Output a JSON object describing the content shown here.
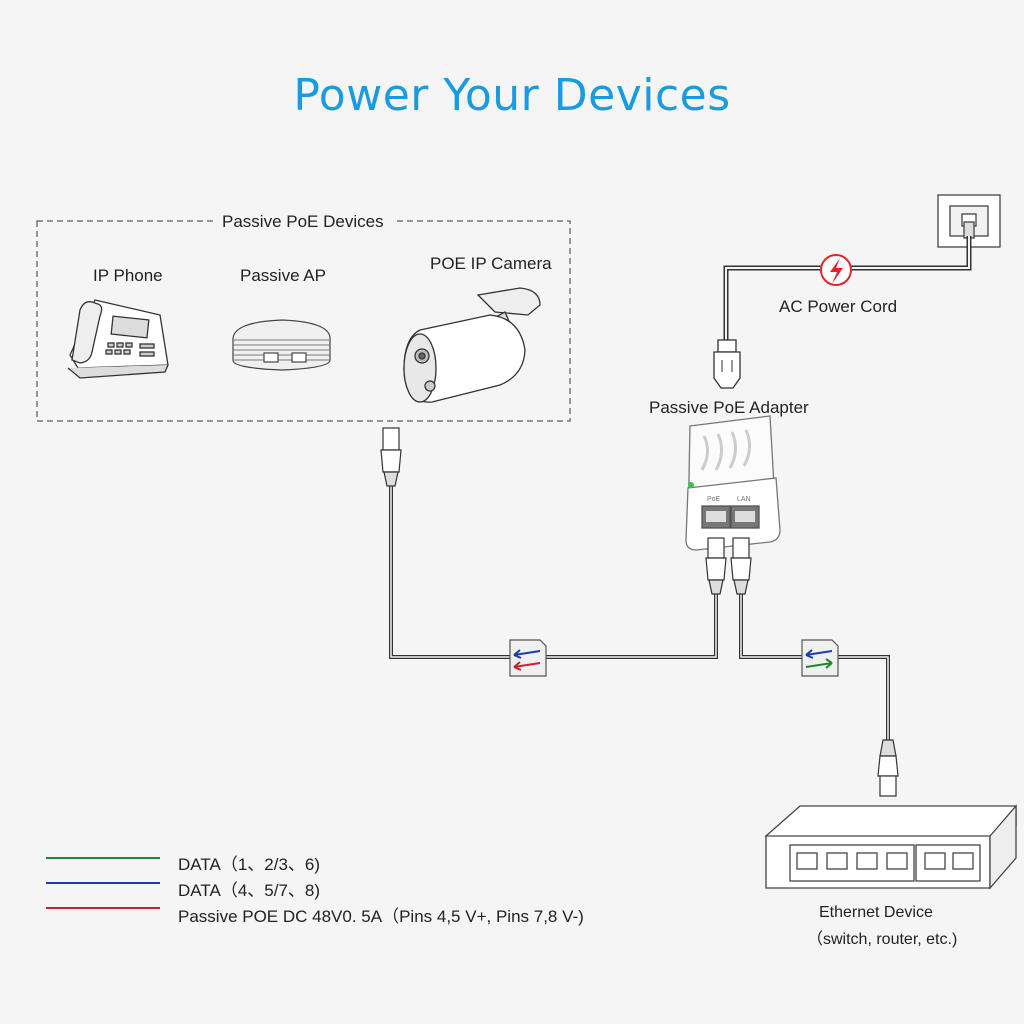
{
  "title": "Power Your Devices",
  "group_label": "Passive PoE Devices",
  "devices": {
    "ip_phone": "IP  Phone",
    "passive_ap": "Passive AP",
    "poe_camera": "POE IP Camera"
  },
  "ac_power_cord": "AC Power Cord",
  "adapter": "Passive PoE Adapter",
  "adapter_ports": {
    "left": "PoE",
    "right": "LAN"
  },
  "ethernet_device": {
    "line1": "Ethernet Device",
    "line2": "（switch, router, etc.)"
  },
  "legend": [
    {
      "color": "#1e8a2e",
      "text": "DATA（1、2/3、6)"
    },
    {
      "color": "#1f3ea8",
      "text": "DATA（4、5/7、8)"
    },
    {
      "color": "#d0202a",
      "text": "Passive POE  DC  48V0. 5A（Pins 4,5 V+, Pins 7,8 V-)"
    }
  ],
  "colors": {
    "accent": "#1a9be0",
    "power": "#e0262a"
  }
}
